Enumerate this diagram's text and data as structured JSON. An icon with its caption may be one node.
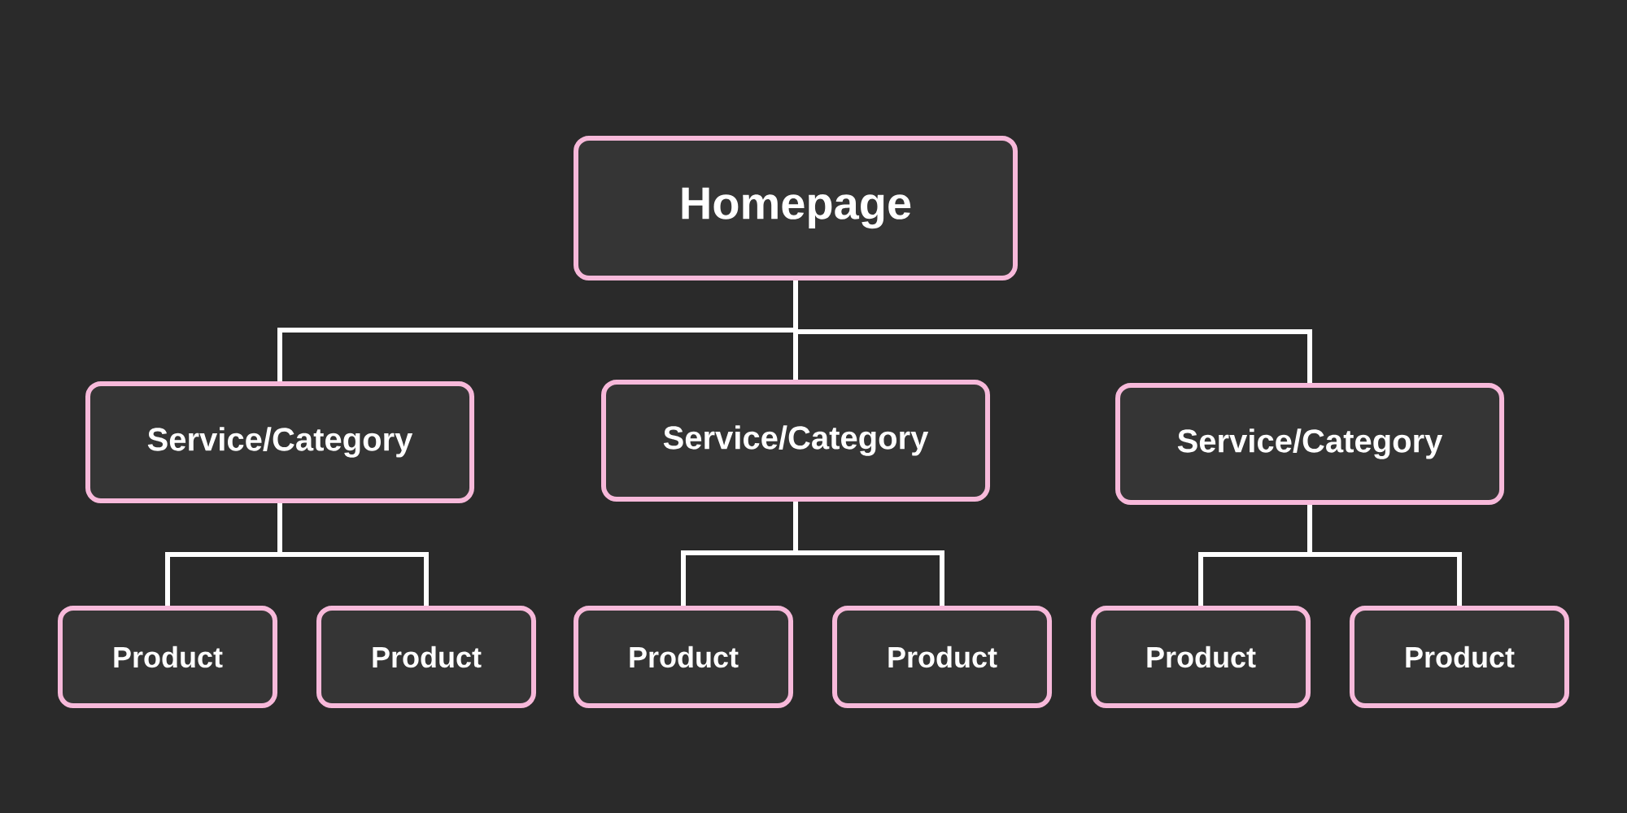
{
  "diagram": {
    "nodes": [
      {
        "text": [
          "Homepage"
        ]
      },
      {
        "text": [
          "Service/Category"
        ]
      },
      {
        "text": [
          "Service/Category"
        ]
      },
      {
        "text": [
          "Service/Category"
        ]
      },
      {
        "text": [
          "Product"
        ]
      },
      {
        "text": [
          "Product"
        ]
      },
      {
        "text": [
          "Product"
        ]
      },
      {
        "text": [
          "Product"
        ]
      },
      {
        "text": [
          "Product"
        ]
      },
      {
        "text": [
          "Product"
        ]
      }
    ],
    "edges": [
      {
        "from": 0,
        "to": 1,
        "arrow": "none"
      },
      {
        "from": 0,
        "to": 2,
        "arrow": "none"
      },
      {
        "from": 0,
        "to": 3,
        "arrow": "none"
      },
      {
        "from": 1,
        "to": 4,
        "arrow": "none"
      },
      {
        "from": 1,
        "to": 5,
        "arrow": "none"
      },
      {
        "from": 2,
        "to": 6,
        "arrow": "none"
      },
      {
        "from": 2,
        "to": 7,
        "arrow": "none"
      },
      {
        "from": 3,
        "to": 8,
        "arrow": "none"
      },
      {
        "from": 3,
        "to": 9,
        "arrow": "none"
      }
    ]
  }
}
